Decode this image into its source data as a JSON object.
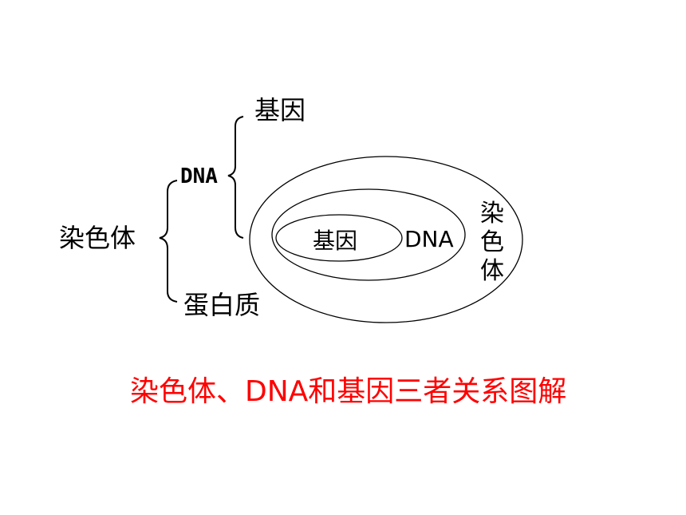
{
  "tree": {
    "root_label": "染色体",
    "dna_label": "DNA",
    "gene_label": "基因",
    "protein_label": "蛋白质"
  },
  "venn": {
    "inner_label": "基因",
    "middle_label": "DNA",
    "outer_label": [
      "染",
      "色",
      "体"
    ]
  },
  "caption": {
    "text": "染色体、DNA和基因三者关系图解",
    "color": "#ff0000"
  }
}
